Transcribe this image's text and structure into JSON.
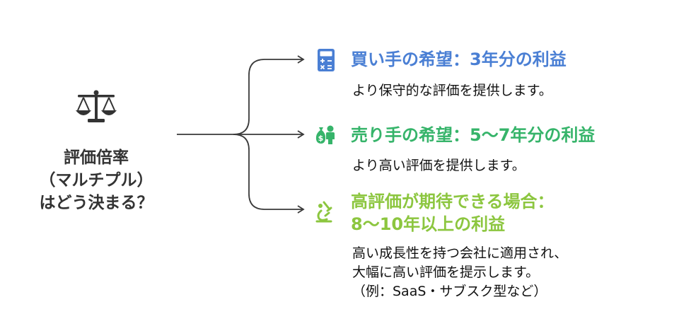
{
  "center": {
    "icon": "scales-icon",
    "lines": [
      "評価倍率",
      "（マルチプル）",
      "はどう決まる？"
    ]
  },
  "colors": {
    "blue": "#4a7fd4",
    "green": "#36b46a",
    "lime": "#8cc63f",
    "line": "#3a3a3a"
  },
  "branches": [
    {
      "icon": "calculator-icon",
      "title": "買い手の希望：3年分の利益",
      "desc": [
        "より保守的な評価を提供します。"
      ]
    },
    {
      "icon": "money-bag-person-icon",
      "title": "売り手の希望：5〜7年分の利益",
      "desc": [
        "より高い評価を提供します。"
      ]
    },
    {
      "icon": "microscope-icon",
      "title": [
        "高評価が期待できる場合：",
        "8〜10年以上の利益"
      ],
      "desc": [
        "高い成長性を持つ会社に適用され、",
        "大幅に高い評価を提示します。",
        "（例：SaaS・サブスク型など）"
      ]
    }
  ]
}
